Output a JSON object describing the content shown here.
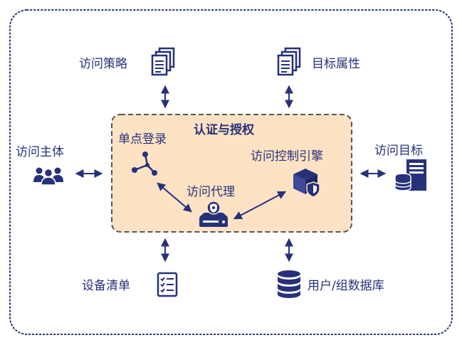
{
  "diagram": {
    "center_title": "认证与授权",
    "labels": {
      "policy": "访问策略",
      "target_attr": "目标属性",
      "subject": "访问主体",
      "target": "访问目标",
      "sso": "单点登录",
      "engine": "访问控制引擎",
      "proxy": "访问代理",
      "device_list": "设备清单",
      "user_db": "用户/组数据库"
    }
  },
  "colors": {
    "primary": "#27317a",
    "center_fill": "#fde2c3",
    "border_gray": "#555555"
  }
}
